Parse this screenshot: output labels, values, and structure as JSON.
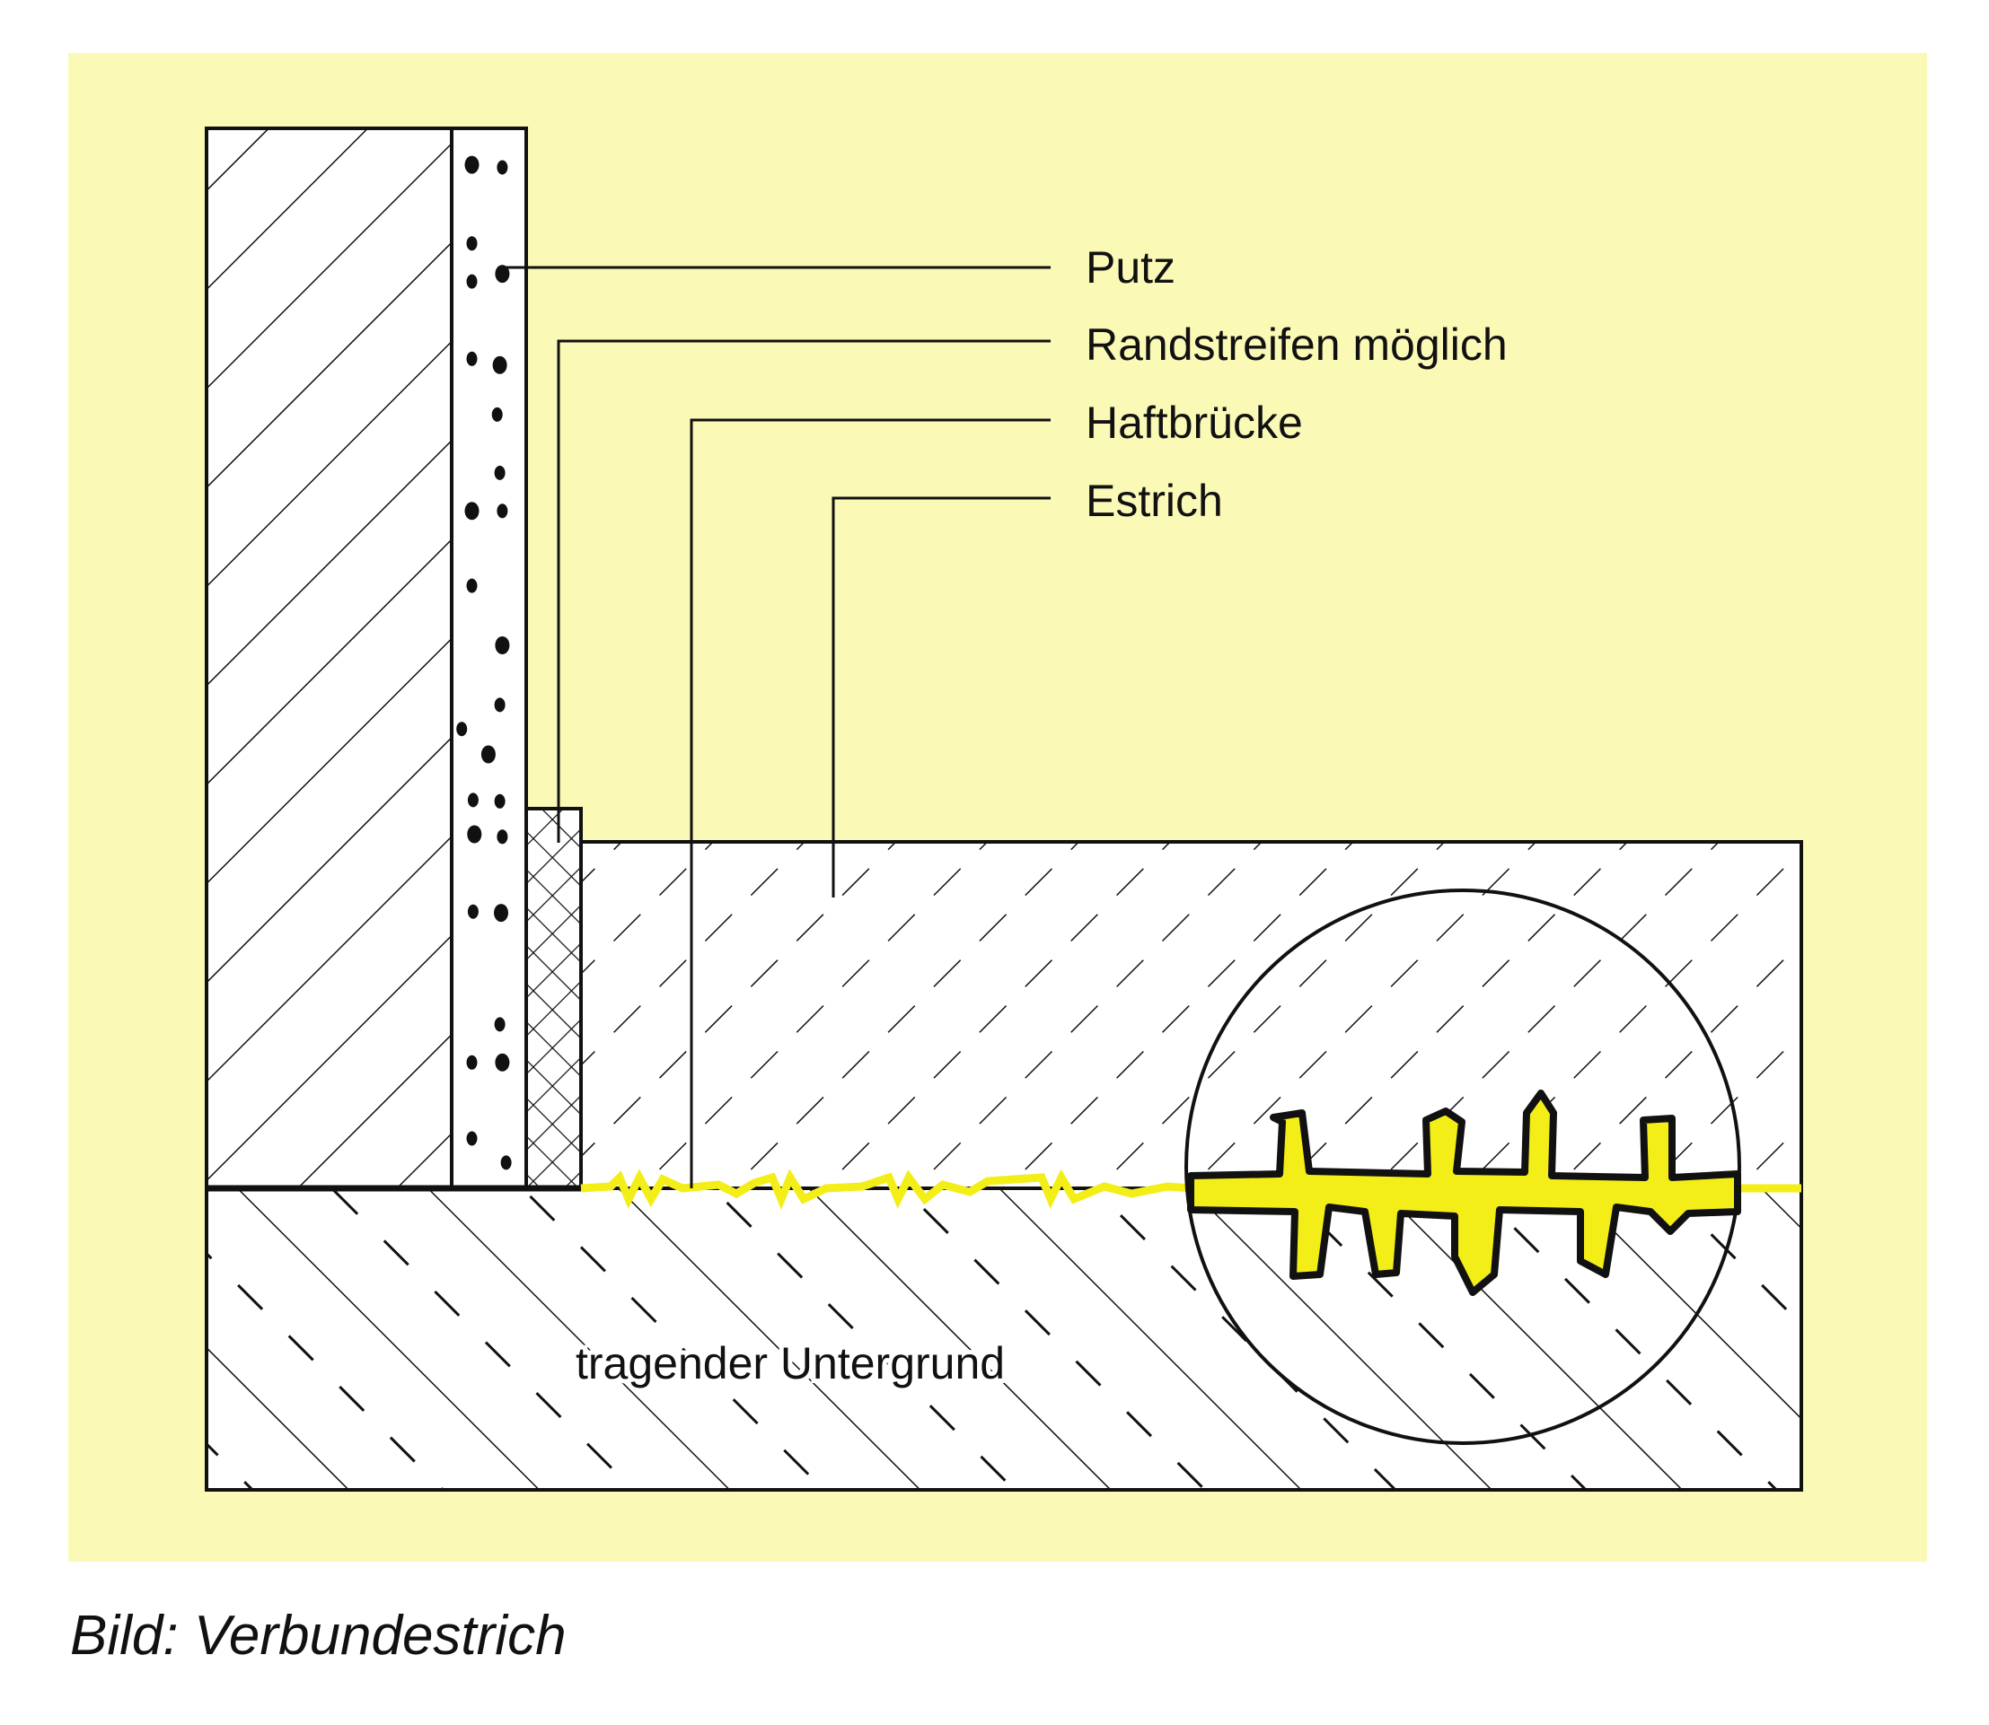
{
  "diagram": {
    "labels": {
      "putz": "Putz",
      "randstreifen": "Randstreifen möglich",
      "haftbruecke": "Haftbrücke",
      "estrich": "Estrich",
      "untergrund": "tragender Untergrund"
    },
    "caption": "Bild: Verbundestrich",
    "colors": {
      "background": "#fbf9b6",
      "bond_yellow": "#f3ee17",
      "line": "#111111"
    }
  }
}
